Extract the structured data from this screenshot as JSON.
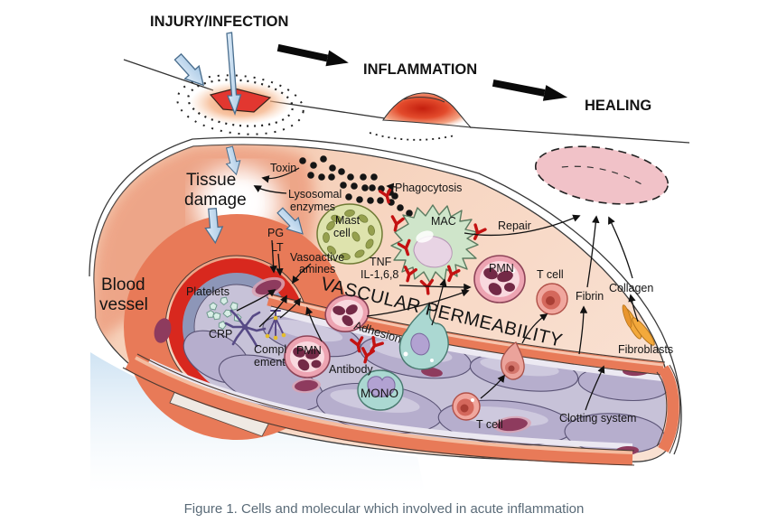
{
  "stages": {
    "injury": "INJURY/INFECTION",
    "inflammation": "INFLAMMATION",
    "healing": "HEALING"
  },
  "labels": {
    "tissue_damage": [
      "Tissue",
      "damage"
    ],
    "blood_vessel": [
      "Blood",
      "vessel"
    ],
    "toxin": "Toxin",
    "lysosomal_enzymes": [
      "Lysosomal",
      "enzymes"
    ],
    "mast_cell": [
      "Mast",
      "cell"
    ],
    "phagocytosis": "Phagocytosis",
    "mac": "MAC",
    "repair": "Repair",
    "pg": "PG",
    "lt": "LT",
    "vasoactive_amines": [
      "Vasoactive",
      "amines"
    ],
    "cytokines": [
      "TNF",
      "IL-1,6,8"
    ],
    "vascular_permeability": "VASCULAR PERMEABILITY",
    "pmn_tissue": "PMN",
    "pmn_vessel": "PMN",
    "t_cell_tissue": "T cell",
    "t_cell_vessel": "T cell",
    "fibrin": "Fibrin",
    "collagen": "Collagen",
    "fibroblasts": "Fibroblasts",
    "platelets": "Platelets",
    "crp": "CRP",
    "complement": [
      "Compl",
      "ement"
    ],
    "antibody": "Antibody",
    "adhesion": "Adhesion",
    "mono": "MONO",
    "clotting_system": "Clotting system"
  },
  "caption": "Figure 1. Cells and molecular which involved in acute inflammation",
  "colors": {
    "tissue": "#f6d4bf",
    "tissue_deep": "#eda183",
    "vessel_wall": "#e87a58",
    "vessel_red": "#d8281e",
    "vessel_media": "#8d96b8",
    "lumen": "#c7c2d8",
    "endothelium": "#b6aecd",
    "wound_red": "#e23730",
    "healing_pink": "#f1c2c8",
    "mac_green": "#cfe5ca",
    "mast_olive": "#dee3ad",
    "pmn_pink": "#eda4b2",
    "nucleus_maroon": "#732946",
    "mono_teal": "#abd8d2",
    "antibody_red": "#c41212",
    "fibroblast_orange": "#f3a93c",
    "arrow_blue": "#c7dcf0",
    "caption_gray": "#5a6b78"
  }
}
